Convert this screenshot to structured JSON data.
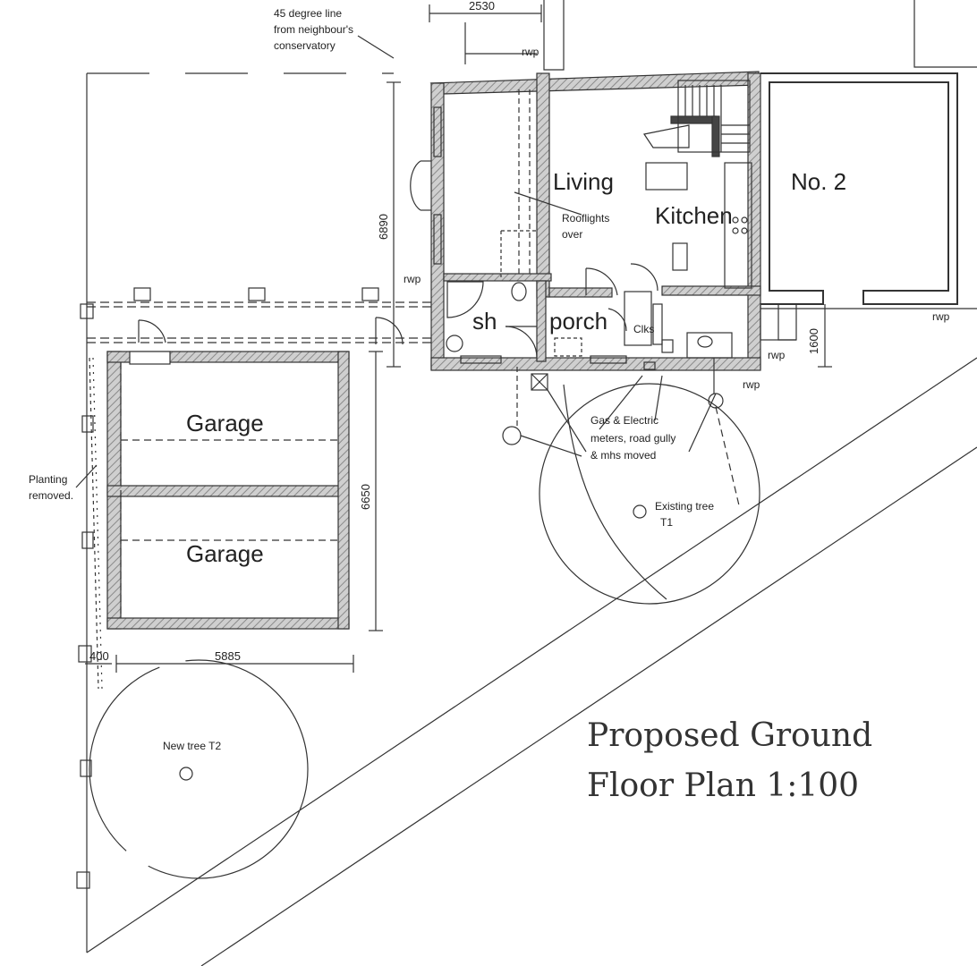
{
  "title": {
    "line1": "Proposed Ground",
    "line2": "Floor Plan 1:100"
  },
  "rooms": {
    "living": "Living",
    "kitchen": "Kitchen",
    "shower": "sh",
    "porch": "porch",
    "cloaks": "Clks",
    "garage_top": "Garage",
    "garage_bottom": "Garage",
    "neighbour": "No. 2"
  },
  "annotations": {
    "neighbour_line": [
      "45 degree line",
      "from neighbour's",
      "conservatory"
    ],
    "rooflights": [
      "Rooflights",
      "over"
    ],
    "meters": [
      "Gas & Electric",
      "meters, road gully",
      "& mhs moved"
    ],
    "planting": [
      "Planting",
      "removed."
    ],
    "existing_tree": [
      "Existing tree",
      "T1"
    ],
    "new_tree": "New tree T2"
  },
  "rwp_labels": [
    "rwp",
    "rwp",
    "rwp",
    "rwp",
    "rwp"
  ],
  "dimensions": {
    "top": "2530",
    "living_height": "6890",
    "porch_depth": "1600",
    "garage_height": "6650",
    "garage_width": "5885",
    "gap": "400"
  },
  "colors": {
    "line": "#333333",
    "wall_fill": "#bdbdbd",
    "wall_hatch": "#8a8a8a"
  }
}
